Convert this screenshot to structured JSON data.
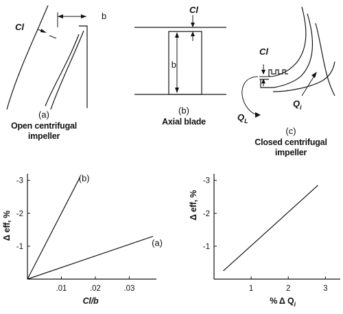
{
  "panel_a": {
    "cl_label": "Cl",
    "b_label": "b",
    "letter": "(a)",
    "caption_line1": "Open centrifugal",
    "caption_line2": "impeller"
  },
  "panel_b": {
    "cl_label": "Cl",
    "b_label": "b",
    "letter": "(b)",
    "caption": "Axial blade"
  },
  "panel_c": {
    "cl_label": "Cl",
    "qi_label": "Q",
    "qi_sub": "i",
    "ql_label": "Q",
    "ql_sub": "L",
    "letter": "(c)",
    "caption_line1": "Closed centrifugal",
    "caption_line2": "impeller"
  },
  "chart_data": [
    {
      "type": "line",
      "xlabel": "Cl/b",
      "ylabel": "Δ eff, %",
      "xticks": [
        ".01",
        ".02",
        ".03"
      ],
      "yticks": [
        "-1",
        "-2",
        "-3"
      ],
      "xlim": [
        0,
        0.038
      ],
      "ylim": [
        0,
        -3.2
      ],
      "series": [
        {
          "name": "(b)",
          "x": [
            0,
            0.0155
          ],
          "y": [
            0,
            -3.1
          ]
        },
        {
          "name": "(a)",
          "x": [
            0,
            0.037
          ],
          "y": [
            0,
            -1.3
          ]
        }
      ]
    },
    {
      "type": "line",
      "xlabel": "% Δ Q",
      "xlabel_sub": "i",
      "ylabel": "Δ eff, %",
      "xticks": [
        "1",
        "2",
        "3"
      ],
      "yticks": [
        "-1",
        "-2",
        "-3"
      ],
      "xlim": [
        0,
        3.4
      ],
      "ylim": [
        0,
        -3.2
      ],
      "series": [
        {
          "x": [
            0.25,
            2.8
          ],
          "y": [
            -0.25,
            -2.85
          ]
        }
      ]
    }
  ]
}
